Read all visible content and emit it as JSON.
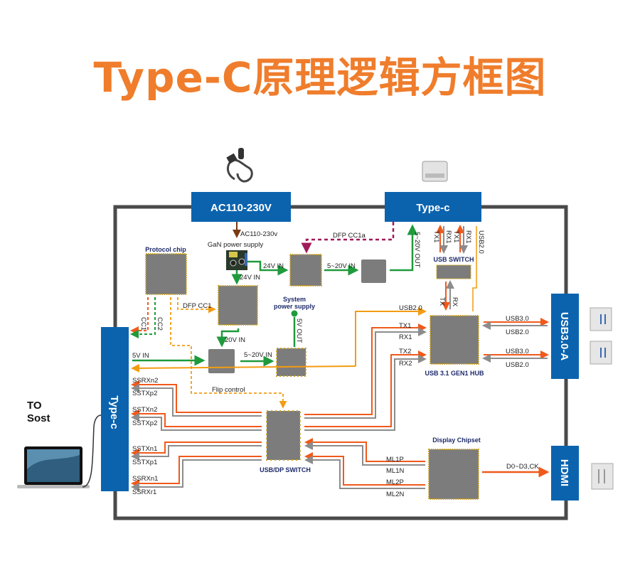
{
  "title": "Type-C原理逻辑方框图",
  "colors": {
    "title": "#ef7d2c",
    "box_blue": "#0b63ae",
    "frame": "#4a4a4a",
    "power_green": "#1f9a3c",
    "signal_orange": "#f0591c",
    "signal_gray": "#8c8c8c",
    "usb2_amber": "#f39c12",
    "dashed_magenta": "#a01a5a",
    "ac_brown": "#7a3a10",
    "chip_gray": "#7c7c7c",
    "chip_pins": "#c9a227",
    "label_navy": "#1d2a6b"
  },
  "ports": {
    "ac_input": "AC110-230V",
    "typec_top": "Type-c",
    "typec_left": "Type-c",
    "usb3a": "USB3.0-A",
    "hdmi": "HDMI"
  },
  "host": {
    "label_line1": "TO",
    "label_line2": "Sost"
  },
  "chips": {
    "protocol": "Protocol chip",
    "gan": "GaN power supply",
    "system_power": "System power supply",
    "system_power_line1": "System",
    "system_power_line2": "power supply",
    "usb_switch": "USB SWITCH",
    "hub": "USB 3.1 GEN1 HUB",
    "usbdp_switch": "USB/DP SWITCH",
    "display": "Display Chipset"
  },
  "signals": {
    "ac_in": "AC110-230v",
    "v24_in_a": "24V IN",
    "v24_in_b": "24V IN",
    "v5_20_in_a": "5~20V IN",
    "v5_20_out": "5~20V OUT",
    "dfp_cc1a": "DFP CC1a",
    "dfp_cc1": "DFP CC1",
    "cc1": "CC1",
    "cc2": "CC2",
    "v20_in": "20V IN",
    "v5_20_in_b": "5~20V IN",
    "v5_out": "5V OUT",
    "v5_in": "5V IN",
    "flip_control": "Flip control",
    "tx1_a": "TX1",
    "rx1_a": "RX1",
    "tx1_b": "TX1",
    "rx1_b": "RX1",
    "usb20_vert": "USB2.0",
    "tx": "TX",
    "rx": "RX",
    "usb20_hub": "USB2.0",
    "hub_tx1": "TX1",
    "hub_rx1": "RX1",
    "hub_tx2": "TX2",
    "hub_rx2": "RX2",
    "usb30_1": "USB3.0",
    "usb20_1": "USB2.0",
    "usb30_2": "USB3.0",
    "usb20_2": "USB2.0",
    "ssrxn2": "SSRXn2",
    "sstxp2_a": "SSTXp2",
    "sstxn2": "SSTXn2",
    "sstxp2_b": "SSTXp2",
    "sstxn1": "SSTXn1",
    "sstxp1": "SSTXp1",
    "ssrxn1": "SSRXn1",
    "ssrxr1": "SSRXr1",
    "ml1p": "ML1P",
    "ml1n": "ML1N",
    "ml2p": "ML2P",
    "ml2n": "ML2N",
    "d0_d3_ck": "D0~D3,CK"
  }
}
